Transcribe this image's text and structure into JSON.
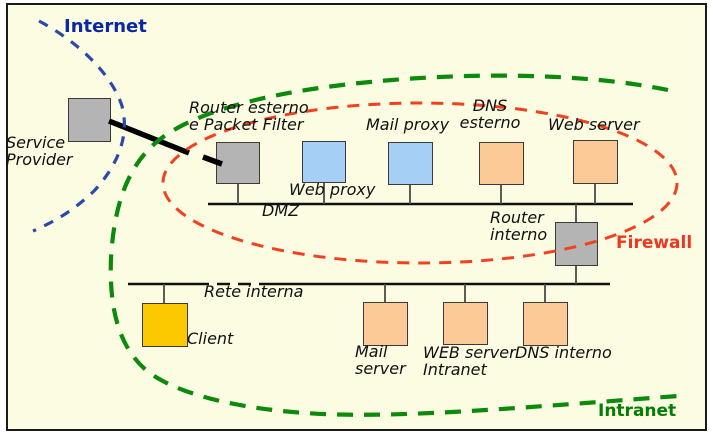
{
  "region_labels": {
    "internet": "Internet",
    "intranet": "Intranet",
    "firewall": "Firewall",
    "dmz": "DMZ",
    "rete_interna": "Rete interna"
  },
  "nodes": [
    {
      "id": "service-provider",
      "label": "Service Provider",
      "type": "gray"
    },
    {
      "id": "router-esterno",
      "label": "Router esterno e Packet Filter",
      "type": "gray"
    },
    {
      "id": "web-proxy",
      "label": "Web proxy",
      "type": "blue"
    },
    {
      "id": "mail-proxy",
      "label": "Mail proxy",
      "type": "blue"
    },
    {
      "id": "dns-esterno",
      "label": "DNS esterno",
      "type": "orange"
    },
    {
      "id": "web-server",
      "label": "Web server",
      "type": "orange"
    },
    {
      "id": "router-interno",
      "label": "Router interno",
      "type": "gray"
    },
    {
      "id": "client",
      "label": "Client",
      "type": "yellow"
    },
    {
      "id": "mail-server",
      "label": "Mail server",
      "type": "orange"
    },
    {
      "id": "web-server-intranet",
      "label": "WEB server Intranet",
      "type": "orange"
    },
    {
      "id": "dns-interno",
      "label": "DNS interno",
      "type": "orange"
    }
  ],
  "colors": {
    "background": "#fcfce3",
    "internet_label": "#0a28a5",
    "intranet_label": "#037d03",
    "firewall_label": "#ee3620",
    "internet_curve": "#2b49ac",
    "intranet_curve": "#0c8a0c",
    "firewall_curve": "#f2411f",
    "gray_node": "#b4b4b4",
    "blue_node": "#a6cff5",
    "orange_node": "#fcca96",
    "yellow_node": "#fcc800"
  }
}
